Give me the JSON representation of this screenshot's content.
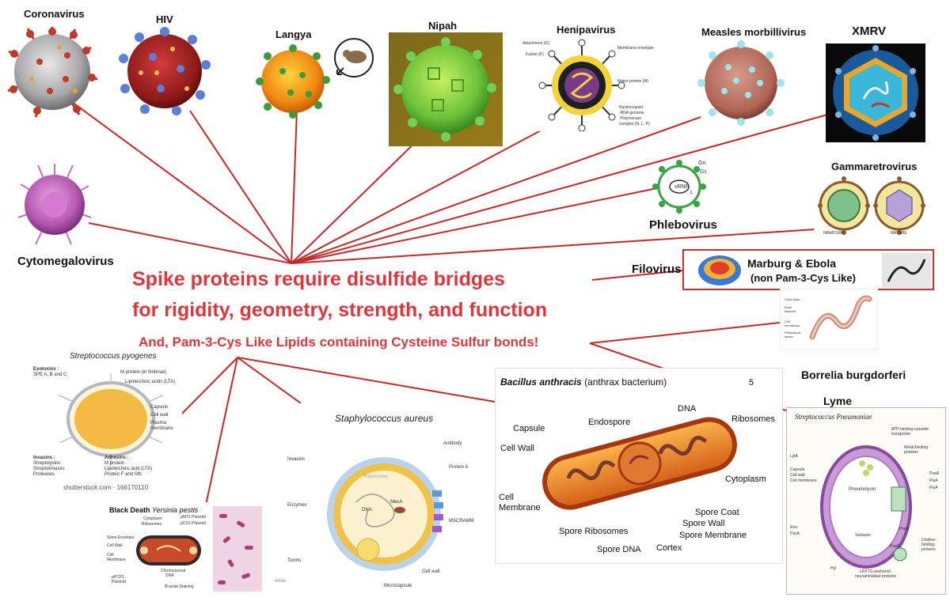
{
  "headline": {
    "line1": "Spike proteins require disulfide bridges",
    "line2": "for rigidity, geometry, strength, and function",
    "line3": "And, Pam-3-Cys Like Lipids containing Cysteine Sulfur bonds!"
  },
  "viruses": {
    "coronavirus": "Coronavirus",
    "hiv": "HIV",
    "langya": "Langya",
    "nipah": "Nipah",
    "henipavirus": "Henipavirus",
    "measles": "Measles morbillivirus",
    "xmrv": "XMRV",
    "cytomegalovirus": "Cytomegalovirus",
    "phlebovirus": "Phlebovirus",
    "gammaretrovirus": "Gammaretrovirus",
    "filovirus": "Filovirus"
  },
  "henipavirus_labels": {
    "attachment": "Attachment (G)",
    "fusion": "Fusion (F)",
    "envelope": "Membrane envelope",
    "matrix": "Matrix protein (M)",
    "nucleocapsid": "Nucleocapsid",
    "rna": "-RNA genome",
    "polymerase": "-Polymerase",
    "complex": "complex (N, L, P)"
  },
  "phlebovirus_labels": {
    "gn": "Gn",
    "gc": "Gc",
    "vrnp": "vRNP",
    "l": "L"
  },
  "gamma_labels": {
    "immature": "IMMATURE",
    "mature": "MATURE"
  },
  "filo_box": {
    "line1": "Marburg & Ebola",
    "line2": "(non Pam-3-Cys Like)"
  },
  "bacteria": {
    "borrelia": "Borrelia burgdorferi",
    "lyme": "Lyme"
  },
  "borrelia_labels": {
    "a": "Outer layer",
    "b": "Axial",
    "c": "filament",
    "d": "Cell",
    "e": "membrane",
    "f": "Periplasmic",
    "g": "space"
  },
  "strep_pyogenes": {
    "title": "Streptococcus pyogenes",
    "exotoxins": "Exotoxins :",
    "spe": "SPE A, B and C",
    "m_protein": "M protein (in fimbriae)",
    "lta": "Lipoteichoic acids (LTA)",
    "capsule": "Capsule",
    "cell_wall": "Cell wall",
    "plasma": "Plasma",
    "membrane": "membrane",
    "invasins": "Invasins :",
    "streptolysins": "Streptolysins",
    "streptokinases": "Streptokinases",
    "proteases": "Proteases",
    "adhesins": "Adhesins :",
    "adh_m": "M protein",
    "adh_lta": "Lipoteichoic acid (LTA)",
    "adh_f": "Protein F and Sfb",
    "credit": "shutterstock.com · 166170110"
  },
  "yersinia": {
    "title_bold": "Black Death",
    "title_italic": "Yersinia pestis",
    "cytoplasm": "Cytoplasm",
    "ribosomes": "Ribosomes",
    "pmt1": "pMT1 Plasmid",
    "pcd1": "pCD1 Plasmid",
    "slime": "Slime Envelope",
    "cell_wall": "Cell Wall",
    "cell": "Cell",
    "membrane": "Membrane",
    "chromo": "Chromosomal",
    "dna": "DNA",
    "ppcp1": "pPCP1",
    "plasmid": "Plasmid",
    "bipolar": "Bi-polar Staining"
  },
  "staph": {
    "title": "Staphylococcus aureus",
    "invasins": "Invasins",
    "antibody": "Antibody",
    "protein_a": "Protein A",
    "ribosomes": "Ribosomes",
    "dna": "DNA",
    "meca": "MecA",
    "enzymes": "Enzymes",
    "mscramm": "MSCRAMM",
    "toxins": "Toxins",
    "cell_wall": "Cell wall",
    "microcapsule": "Microcapsule",
    "adobe": "Adobe"
  },
  "bacillus": {
    "title_italic": "Bacillus anthracis",
    "title_rest": "(anthrax bacterium)",
    "page_num": "5",
    "capsule": "Capsule",
    "endospore": "Endospore",
    "dna": "DNA",
    "ribosomes": "Ribosomes",
    "cell_wall": "Cell Wall",
    "cell": "Cell",
    "membrane": "Membrane",
    "cytoplasm": "Cytoplasm",
    "spore_coat": "Spore Coat",
    "spore_ribosomes": "Spore Ribosomes",
    "spore_wall": "Spore Wall",
    "spore_membrane": "Spore Membrane",
    "spore_dna": "Spore DNA",
    "cortex": "Cortex"
  },
  "pneumoniae": {
    "title": "Streptococcus Pneumoniae",
    "atp1": "ATP-binding cassette",
    "atp2": "transporter",
    "metal1": "Metal-binding",
    "metal2": "proteins",
    "lyta": "LytA",
    "capsule": "Capsule",
    "cell_wall": "Cell wall",
    "cell_membrane": "Cell membrane",
    "pneumolysin": "Pneumolysin",
    "psaa": "PsaA",
    "piaa": "PiaA",
    "piua": "PiuA",
    "sortases": "Sortases",
    "eno": "Eno",
    "pava": "PavA",
    "pspa": "PspA",
    "pspc": "PspC",
    "choline1": "Choline-",
    "choline2": "binding",
    "choline3": "proteins",
    "hyl": "Hyl",
    "lpxtg1": "LPXTG-anchored",
    "lpxtg2": "neuraminidase proteins"
  },
  "colors": {
    "accent_red": "#e2343b",
    "line_red": "#c62828",
    "box_red": "#d32f2f"
  }
}
